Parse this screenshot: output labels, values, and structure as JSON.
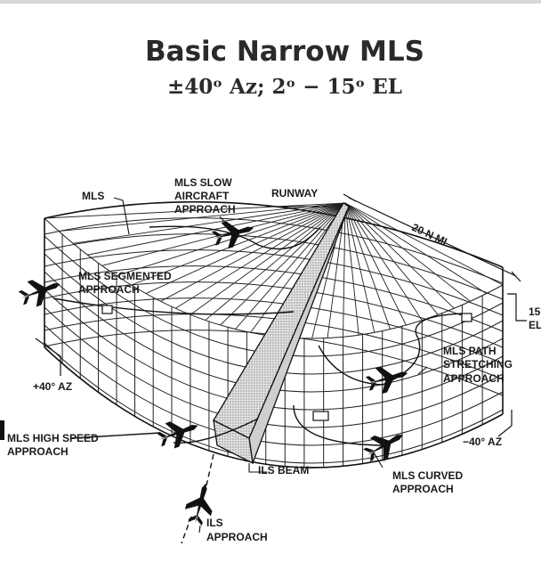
{
  "title": "Basic Narrow MLS",
  "subtitle": "±40ᵒ Az; 2ᵒ − 15ᵒ EL",
  "labels": {
    "mls": "MLS",
    "slow_1": "MLS SLOW",
    "slow_2": "AIRCRAFT",
    "slow_3": "APPROACH",
    "runway": "RUNWAY",
    "range": "20 N MI",
    "segmented_1": "MLS SEGMENTED",
    "segmented_2": "APPROACH",
    "el_value": "15",
    "el_unit": "EL",
    "path_1": "MLS PATH",
    "path_2": "STRETCHING",
    "path_3": "APPROACH",
    "az_plus": "+40° AZ",
    "az_minus": "−40° AZ",
    "high_1": "MLS HIGH SPEED",
    "high_2": "APPROACH",
    "ils_beam": "ILS BEAM",
    "curved_1": "MLS CURVED",
    "curved_2": "APPROACH",
    "ils_1": "ILS",
    "ils_2": "APPROACH"
  },
  "colors": {
    "ink": "#1a1a1a",
    "title": "#2a2a2a",
    "beam": "#d9d9d9"
  }
}
